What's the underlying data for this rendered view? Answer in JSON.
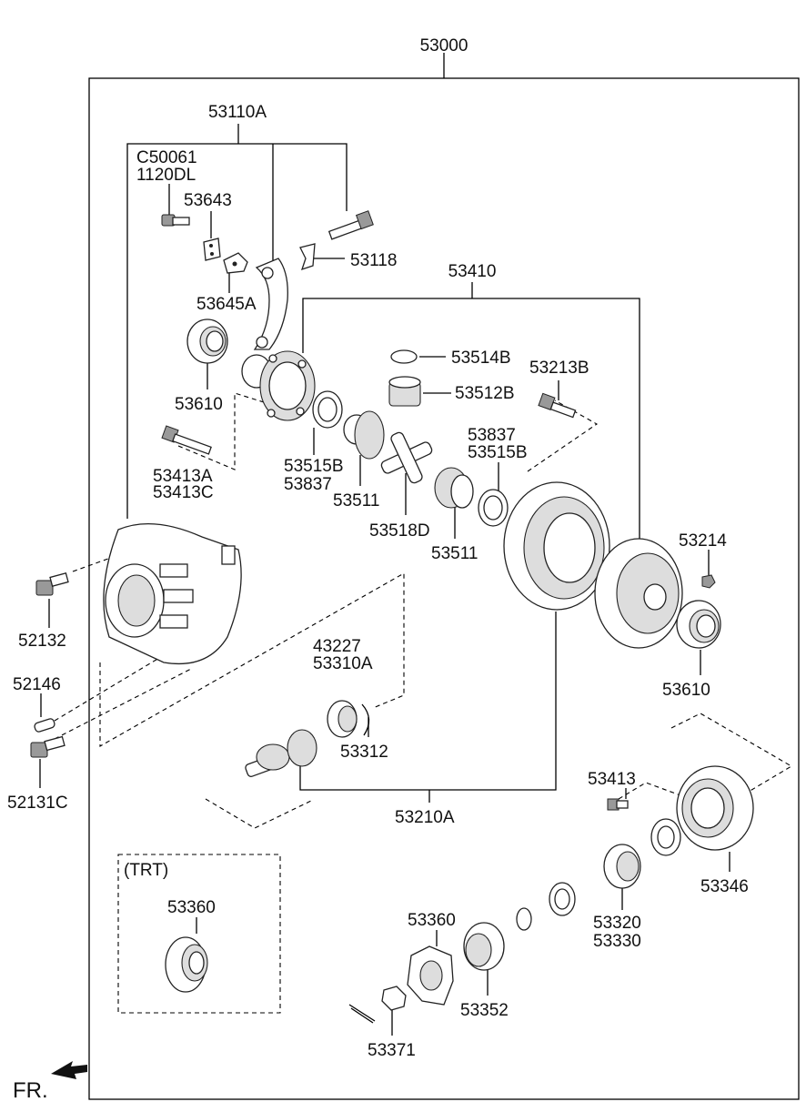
{
  "labels": {
    "assembly": "53000",
    "case_set": "53110A",
    "c50061": "C50061",
    "d1120": "1120DL",
    "p53643": "53643",
    "p53118": "53118",
    "p53645a": "53645A",
    "p53610_left": "53610",
    "diff_set": "53410",
    "p53514b": "53514B",
    "p53512b": "53512B",
    "p53213b": "53213B",
    "p53515b_left": "53515B",
    "p53837_left": "53837",
    "p53837_right": "53837",
    "p53515b_right": "53515B",
    "p53413a": "53413A",
    "p53413c": "53413C",
    "p53511_left": "53511",
    "p53518d": "53518D",
    "p53511_right": "53511",
    "p53214": "53214",
    "p52132": "52132",
    "p53610_right": "53610",
    "p43227": "43227",
    "p53310a": "53310A",
    "p52146": "52146",
    "p53312": "53312",
    "p52131c": "52131C",
    "p53413": "53413",
    "p53210a": "53210A",
    "p53346": "53346",
    "trt": "(TRT)",
    "p53360_trt": "53360",
    "p53360": "53360",
    "p53320": "53320",
    "p53330": "53330",
    "p53352": "53352",
    "p53371": "53371",
    "fr": "FR."
  }
}
